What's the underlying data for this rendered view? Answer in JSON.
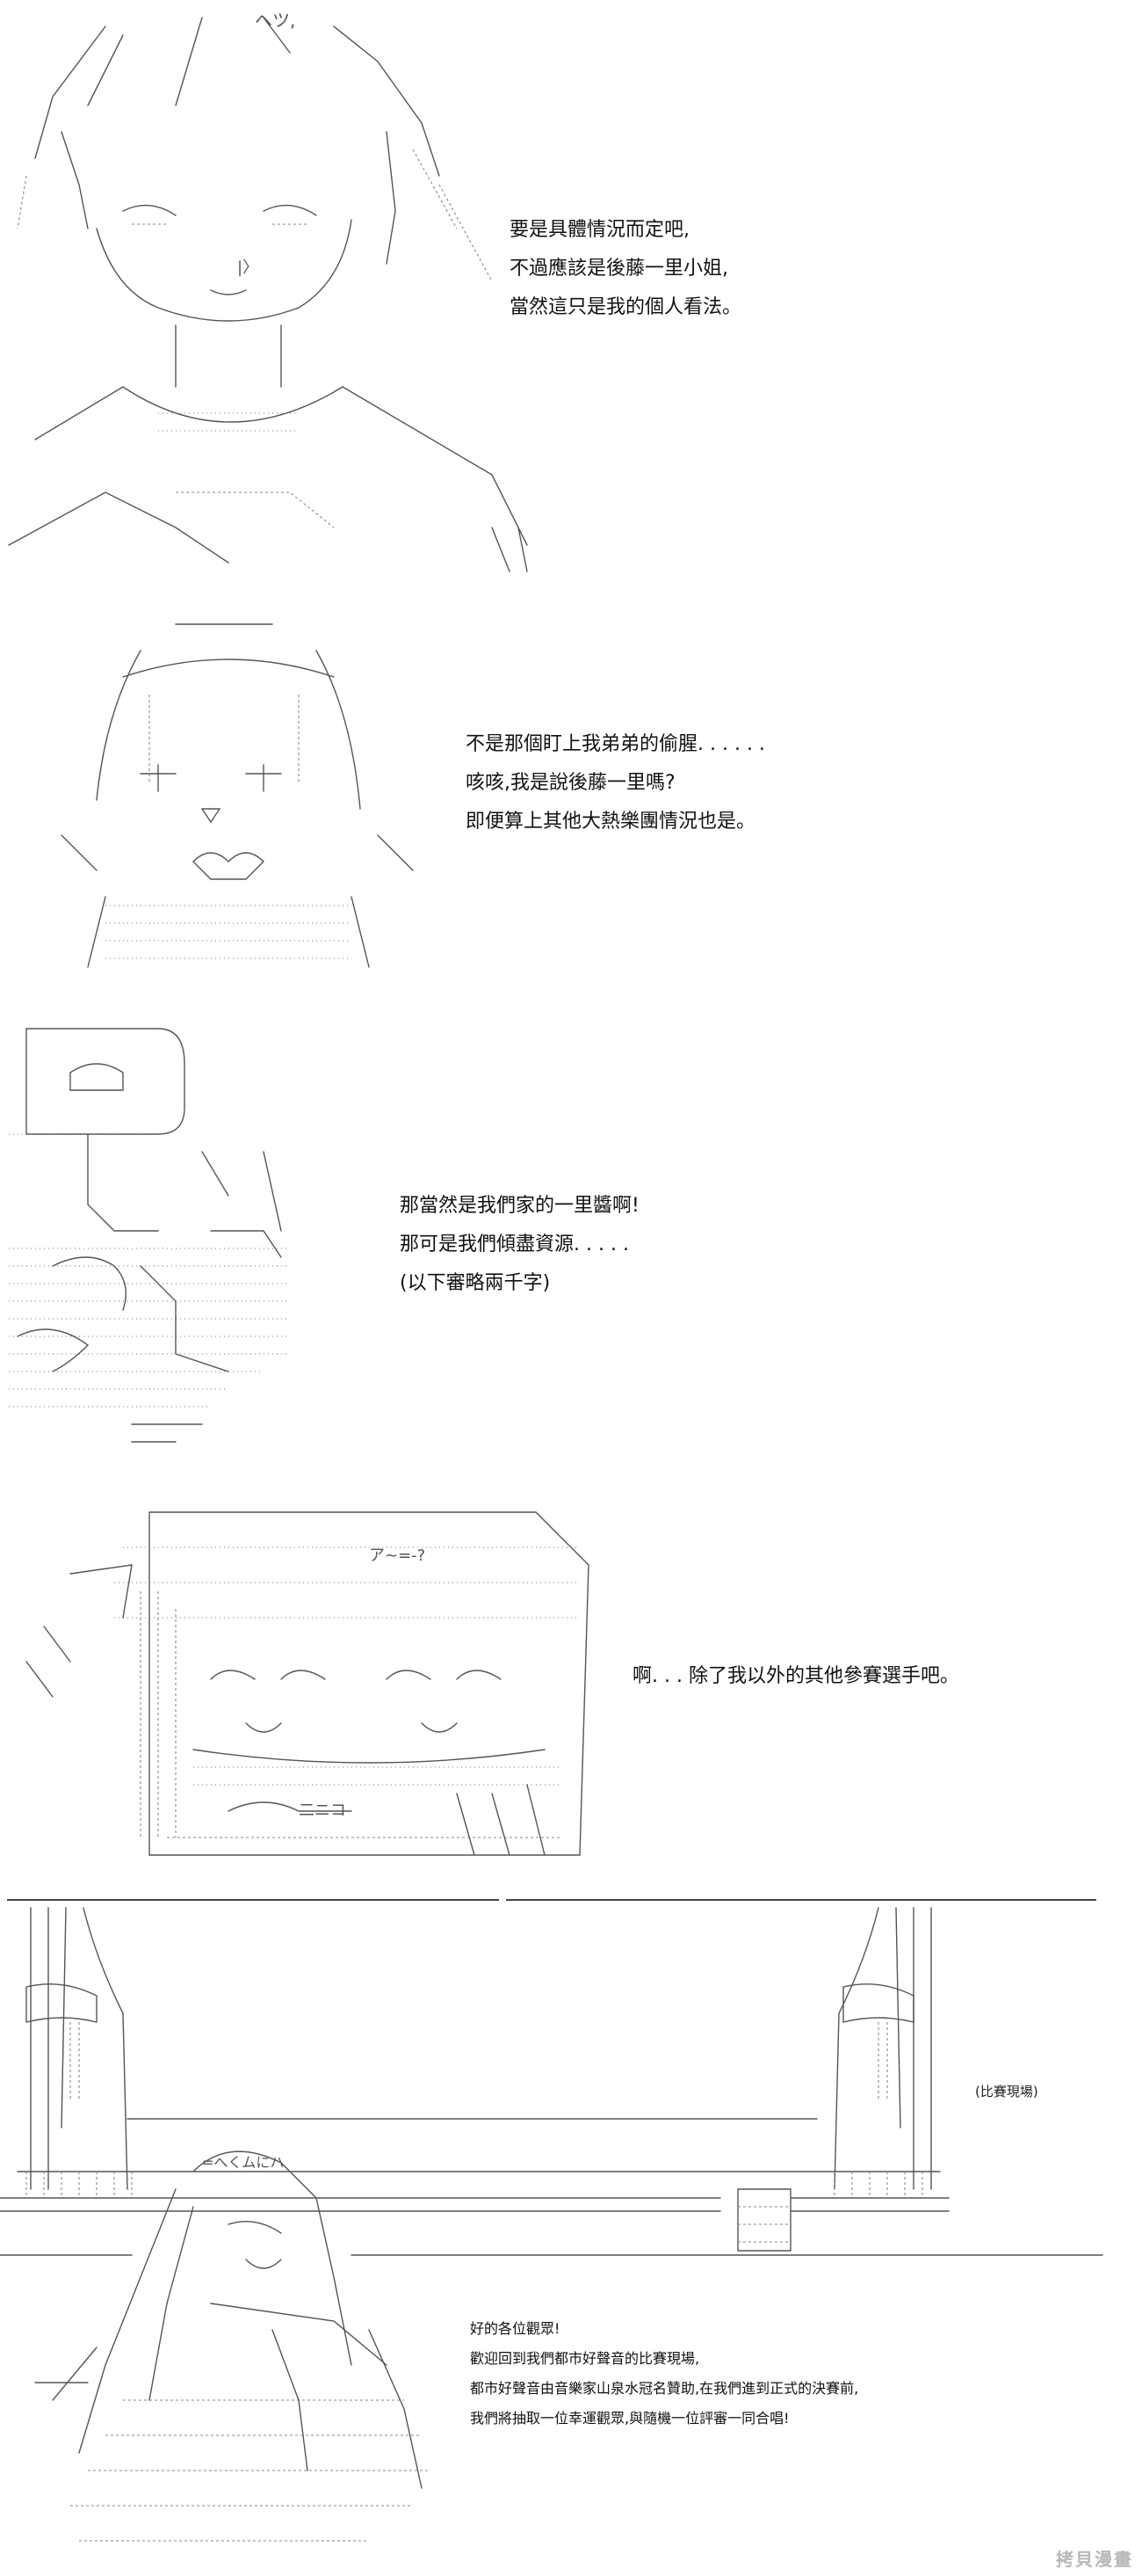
{
  "panels": [
    {
      "id": "panel-1",
      "lines": [
        "要是具體情況而定吧,",
        "不過應該是後藤一里小姐,",
        "當然這只是我的個人看法。"
      ]
    },
    {
      "id": "panel-2",
      "lines": [
        "不是那個盯上我弟弟的偷腥. . . . . .",
        "咳咳,我是說後藤一里嗎?",
        "即便算上其他大熱樂團情況也是。"
      ]
    },
    {
      "id": "panel-3",
      "lines": [
        "那當然是我們家的一里醬啊!",
        "那可是我們傾盡資源. . . . .",
        "(以下審略兩千字)"
      ]
    },
    {
      "id": "panel-4",
      "lines": [
        "啊. . . 除了我以外的其他參賽選手吧。"
      ]
    },
    {
      "id": "panel-5",
      "label": "(比賽現場)",
      "lines": [
        "好的各位觀眾!",
        "歡迎回到我們都市好聲音的比賽現場,",
        "都市好聲音由音樂家山泉水冠名贊助,在我們進到正式的決賽前,",
        "我們將抽取一位幸運觀眾,與隨機一位評審一同合唱!"
      ]
    }
  ],
  "ascii_fragments": {
    "p1_top": "ヘツ,",
    "p1_eye": "|〉",
    "p4_top": "ア~=-?",
    "p4_text": "二ニコ",
    "p5_cap": "=へくムにハ"
  },
  "watermark": "拷貝漫畫"
}
